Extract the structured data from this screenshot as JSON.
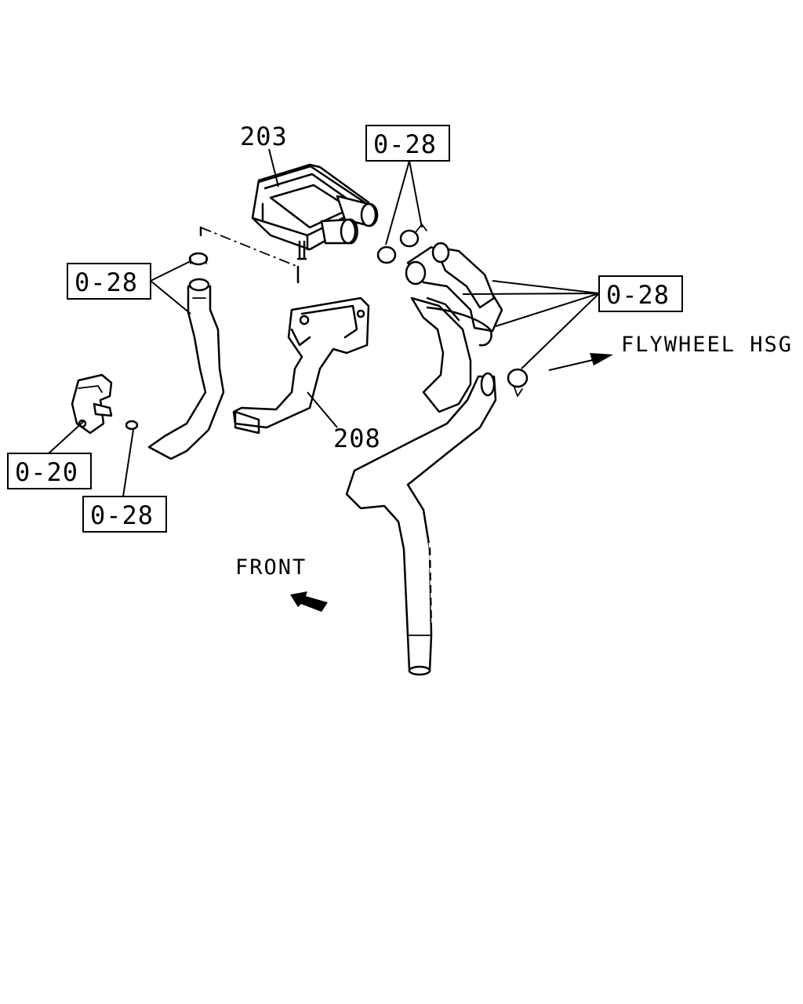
{
  "callouts": {
    "sensor_203": "203",
    "bracket_208": "208",
    "clamp_top": "0-28",
    "clamp_left": "0-28",
    "clamp_right": "0-28",
    "connector_020": "0-20",
    "clamp_bottom": "0-28"
  },
  "notes": {
    "flywheel": "FLYWHEEL HSG",
    "front": "FRONT"
  }
}
